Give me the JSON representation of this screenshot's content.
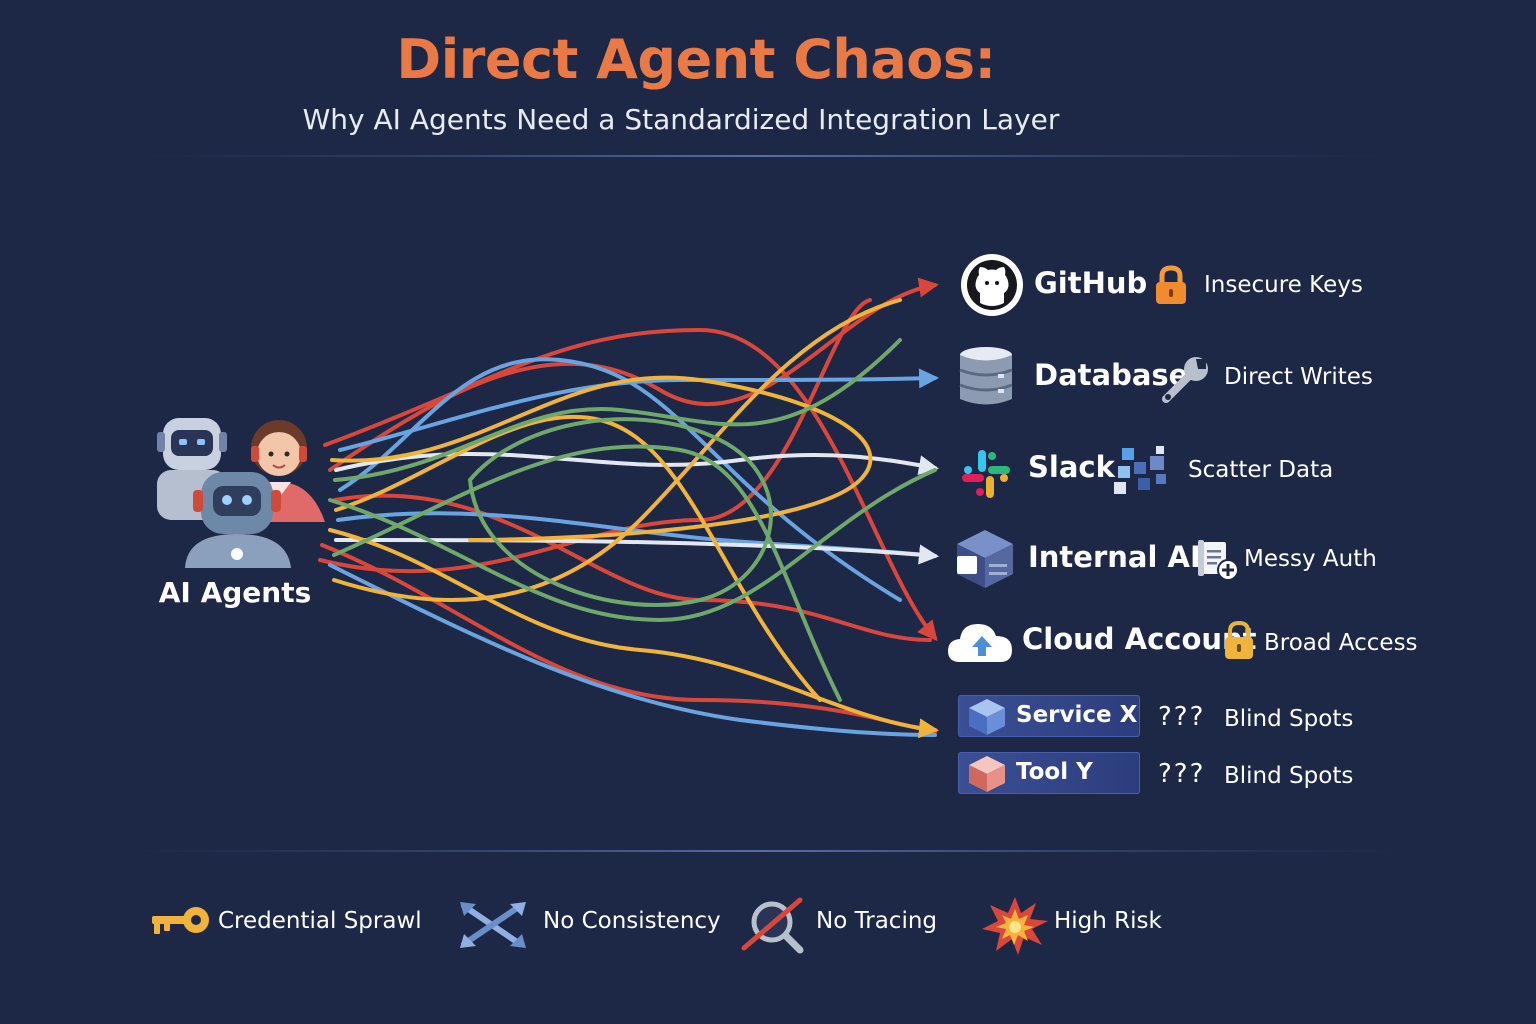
{
  "header": {
    "title": "Direct Agent Chaos:",
    "subtitle": "Why AI Agents Need a Standardized Integration Layer"
  },
  "source": {
    "label": "AI Agents",
    "icon": "ai-agents-group-icon"
  },
  "targets": [
    {
      "name": "GitHub",
      "icon": "github-icon",
      "issue": "Insecure Keys",
      "issue_icon": "padlock-icon"
    },
    {
      "name": "Database",
      "icon": "database-icon",
      "issue": "Direct Writes",
      "issue_icon": "wrench-icon"
    },
    {
      "name": "Slack",
      "icon": "slack-icon",
      "issue": "Scatter Data",
      "issue_icon": "scattered-blocks-icon"
    },
    {
      "name": "Internal API",
      "icon": "internal-api-icon",
      "issue": "Messy Auth",
      "issue_icon": "document-plus-icon"
    },
    {
      "name": "Cloud Account",
      "icon": "cloud-upload-icon",
      "issue": "Broad Access",
      "issue_icon": "padlock-icon"
    },
    {
      "name": "Service X",
      "icon": "service-box-icon",
      "issue": "Blind Spots",
      "issue_marker": "???"
    },
    {
      "name": "Tool Y",
      "icon": "tool-box-icon",
      "issue": "Blind Spots",
      "issue_marker": "???"
    }
  ],
  "footer": [
    {
      "label": "Credential Sprawl",
      "icon": "key-icon"
    },
    {
      "label": "No Consistency",
      "icon": "crossed-arrows-icon"
    },
    {
      "label": "No Tracing",
      "icon": "no-tracing-icon"
    },
    {
      "label": "High Risk",
      "icon": "explosion-icon"
    }
  ],
  "colors": {
    "background": "#1d2847",
    "title": "#ea7a45",
    "connection_red": "#d9473b",
    "connection_yellow": "#f0b43a",
    "connection_blue": "#6aa4e0",
    "connection_green": "#6fa86a",
    "connection_white": "#e3e8f0"
  }
}
